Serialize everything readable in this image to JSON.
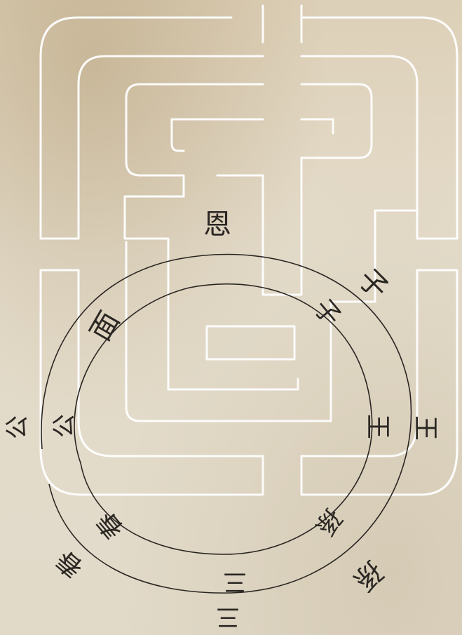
{
  "diagram": {
    "ink_color": "#2a2622",
    "paper_color": "#e2d9c6",
    "seal_outline_color": "#ffffff",
    "inner_ring_labels": {
      "top": "恩",
      "upper_left": "面",
      "upper_right": "子",
      "left": "公",
      "right": "王",
      "lower_left": "春",
      "lower_right": "孫",
      "bottom": "三"
    },
    "outer_ring_labels": {
      "top_right": "子",
      "left": "公",
      "right": "王",
      "lower_left": "春",
      "lower_right": "孫",
      "bottom": "三"
    }
  }
}
